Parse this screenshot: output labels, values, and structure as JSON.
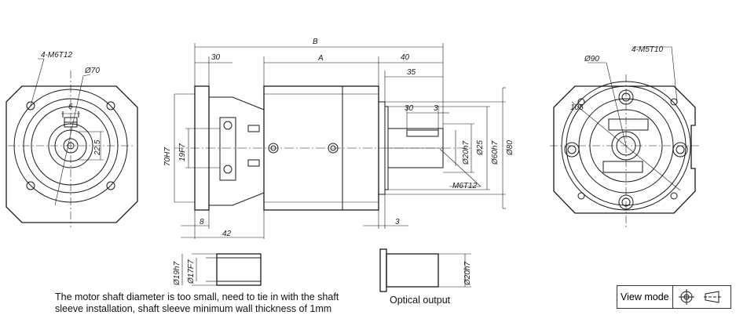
{
  "left_view": {
    "thread_callout": "4-M6T12",
    "pcd": "Ø70",
    "key_width": "6",
    "shaft_height": "22.5"
  },
  "side_view": {
    "overall_length": "B",
    "housing_length": "A",
    "input_length": "30",
    "output_length": "40",
    "shaft_length": "35",
    "key_length": "30",
    "key_offset": "3",
    "pilot_input": "70H7",
    "bore_input": "19F7",
    "shaft_dia": "Ø20h7",
    "shoulder_dia": "Ø25",
    "pilot_output": "Ø60h7",
    "flange_dia": "Ø80",
    "center_tap": "M6T12",
    "flange_thickness": "8",
    "input_depth": "42",
    "output_gap": "3"
  },
  "right_view": {
    "pcd": "Ø90",
    "thread_callout": "4-M5T10",
    "chamfer": "105"
  },
  "sleeve": {
    "outer": "Ø19h7",
    "inner": "Ø17F7"
  },
  "optical": {
    "dia": "Ø20h7",
    "label": "Optical output"
  },
  "note": {
    "line1": "The motor shaft diameter is too small, need to tie in with the shaft",
    "line2": "sleeve installation, shaft sleeve minimum wall thickness of 1mm"
  },
  "view_mode": {
    "label": "View mode",
    "icons": [
      "first-angle-projection-symbol",
      "third-angle-projection-symbol"
    ]
  },
  "colors": {
    "line": "#1a1a1a",
    "background": "#ffffff"
  }
}
